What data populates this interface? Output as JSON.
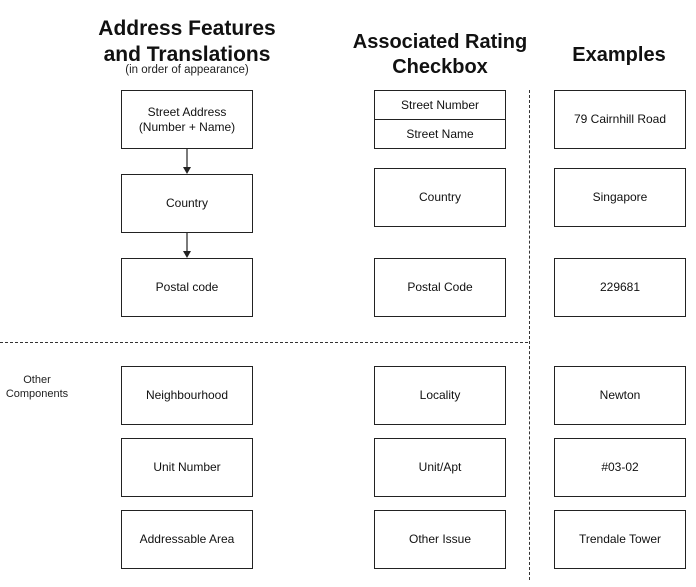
{
  "headers": {
    "features_line1": "Address Features",
    "features_line2": "and Translations",
    "features_sub": "(in order of appearance)",
    "rating_line1": "Associated Rating",
    "rating_line2": "Checkbox",
    "examples": "Examples"
  },
  "features": {
    "street_address_line1": "Street Address",
    "street_address_line2": "(Number + Name)",
    "country": "Country",
    "postal_code": "Postal code",
    "neighbourhood": "Neighbourhood",
    "unit_number": "Unit Number",
    "addressable_area": "Addressable Area"
  },
  "rating": {
    "street_number": "Street Number",
    "street_name": "Street Name",
    "country": "Country",
    "postal_code": "Postal Code",
    "locality": "Locality",
    "unit_apt": "Unit/Apt",
    "other_issue": "Other Issue"
  },
  "examples": {
    "street": "79 Cairnhill Road",
    "country": "Singapore",
    "postal": "229681",
    "neighbourhood": "Newton",
    "unit": "#03-02",
    "area": "Trendale Tower"
  },
  "other_components_line1": "Other",
  "other_components_line2": "Components"
}
